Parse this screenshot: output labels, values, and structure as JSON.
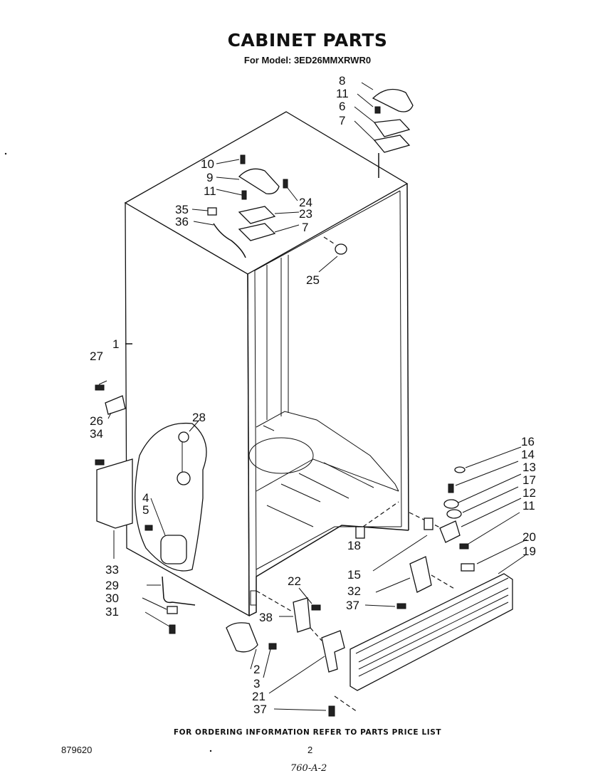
{
  "header": {
    "title": "CABINET PARTS",
    "subtitle": "For Model: 3ED26MMXRWR0"
  },
  "callouts": [
    {
      "id": "c8",
      "text": "8"
    },
    {
      "id": "c11a",
      "text": "11"
    },
    {
      "id": "c6",
      "text": "6"
    },
    {
      "id": "c7a",
      "text": "7"
    },
    {
      "id": "c10",
      "text": "10"
    },
    {
      "id": "c9",
      "text": "9"
    },
    {
      "id": "c11b",
      "text": "11"
    },
    {
      "id": "c24",
      "text": "24"
    },
    {
      "id": "c35",
      "text": "35"
    },
    {
      "id": "c23",
      "text": "23"
    },
    {
      "id": "c36",
      "text": "36"
    },
    {
      "id": "c7b",
      "text": "7"
    },
    {
      "id": "c25",
      "text": "25"
    },
    {
      "id": "c1",
      "text": "1"
    },
    {
      "id": "c27",
      "text": "27"
    },
    {
      "id": "c26",
      "text": "26"
    },
    {
      "id": "c34",
      "text": "34"
    },
    {
      "id": "c28",
      "text": "28"
    },
    {
      "id": "c4",
      "text": "4"
    },
    {
      "id": "c5",
      "text": "5"
    },
    {
      "id": "c33",
      "text": "33"
    },
    {
      "id": "c29",
      "text": "29"
    },
    {
      "id": "c30",
      "text": "30"
    },
    {
      "id": "c31",
      "text": "31"
    },
    {
      "id": "c16",
      "text": "16"
    },
    {
      "id": "c14",
      "text": "14"
    },
    {
      "id": "c13",
      "text": "13"
    },
    {
      "id": "c17",
      "text": "17"
    },
    {
      "id": "c12",
      "text": "12"
    },
    {
      "id": "c11c",
      "text": "11"
    },
    {
      "id": "c20",
      "text": "20"
    },
    {
      "id": "c19",
      "text": "19"
    },
    {
      "id": "c18",
      "text": "18"
    },
    {
      "id": "c15",
      "text": "15"
    },
    {
      "id": "c22",
      "text": "22"
    },
    {
      "id": "c32",
      "text": "32"
    },
    {
      "id": "c38",
      "text": "38"
    },
    {
      "id": "c37a",
      "text": "37"
    },
    {
      "id": "c2",
      "text": "2"
    },
    {
      "id": "c3",
      "text": "3"
    },
    {
      "id": "c21",
      "text": "21"
    },
    {
      "id": "c37b",
      "text": "37"
    }
  ],
  "footer": {
    "ordering_note": "FOR ORDERING INFORMATION REFER TO PARTS PRICE LIST",
    "document_number": "879620",
    "page_number": "2",
    "handwritten_note": "760-A-2"
  }
}
